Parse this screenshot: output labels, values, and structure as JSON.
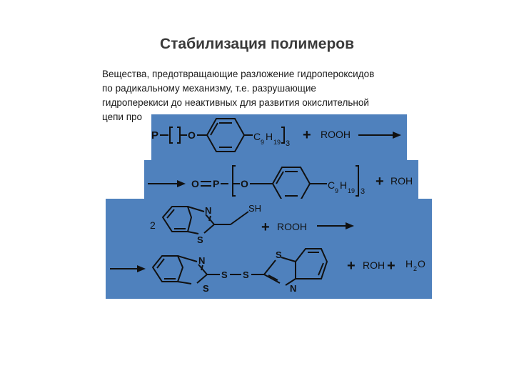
{
  "slide": {
    "title": "Стабилизация полимеров",
    "body_lines": [
      "Вещества, предотвращающие разложение гидропероксидов",
      "по радикальному механизму, т.е. разрушающие",
      "гидроперекиси до неактивных для развития окислительной",
      "цепи про"
    ]
  },
  "reactions": {
    "r1": {
      "p": "P",
      "o": "O",
      "c": "C",
      "sub9": "9",
      "h": "H",
      "sub19": "19",
      "index3": "3",
      "plus": "+",
      "reagent": "ROOH"
    },
    "r2": {
      "o1": "O",
      "p": "P",
      "o2": "O",
      "c": "C",
      "sub9": "9",
      "h": "H",
      "sub19": "19",
      "index3": "3",
      "plus": "+",
      "product": "ROH"
    },
    "r3": {
      "coef": "2",
      "n": "N",
      "s": "S",
      "sh": "SH",
      "plus": "+",
      "reagent": "ROOH"
    },
    "r4": {
      "n1": "N",
      "s1": "S",
      "s2": "S",
      "s3": "S",
      "s4": "S",
      "n2": "N",
      "plus1": "+",
      "product1": "ROH",
      "plus2": "+",
      "h": "H",
      "sub2": "2",
      "o": "O"
    }
  },
  "colors": {
    "panel": "#4f81bd",
    "ink": "#111111",
    "title": "#3a3a3a"
  }
}
